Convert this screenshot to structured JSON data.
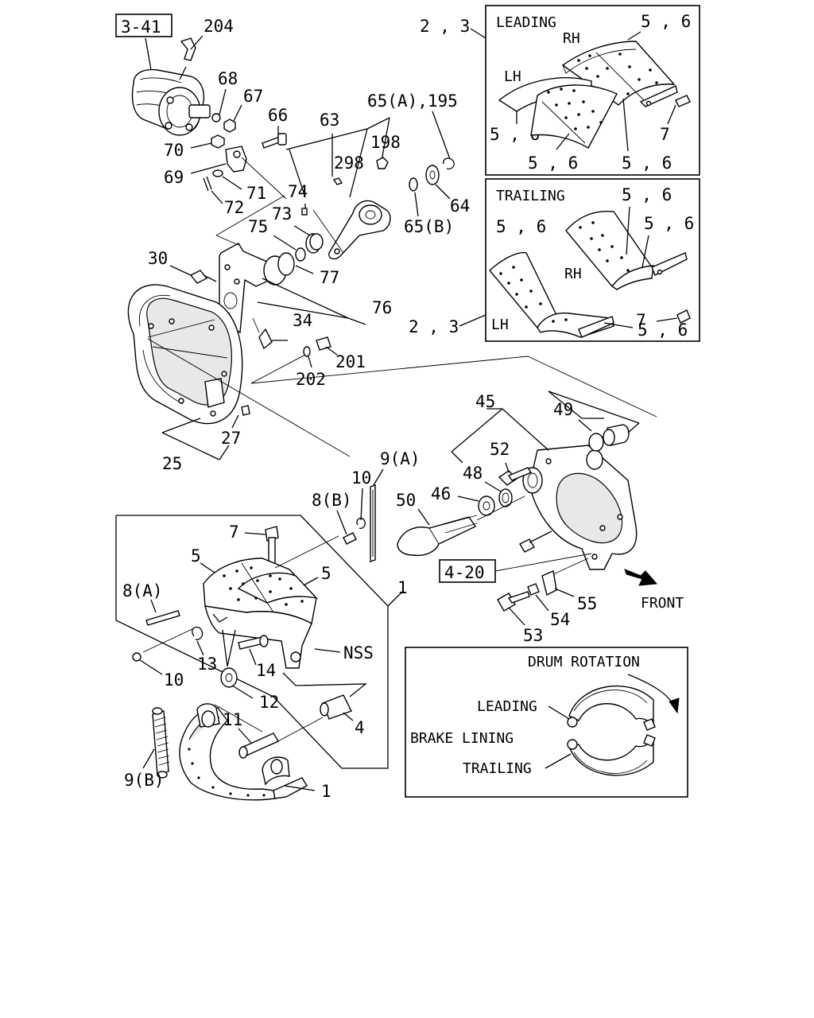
{
  "refs": {
    "ref_3_41": "3-41",
    "ref_4_20": "4-20"
  },
  "callouts": {
    "c204": "204",
    "c68": "68",
    "c67": "67",
    "c66": "66",
    "c70": "70",
    "c69": "69",
    "c71": "71",
    "c72": "72",
    "c63": "63",
    "c298": "298",
    "c198": "198",
    "c65a195": "65(A),195",
    "c74": "74",
    "c73": "73",
    "c75": "75",
    "c65b": "65(B)",
    "c64": "64",
    "c30": "30",
    "c77": "77",
    "c76": "76",
    "c34": "34",
    "c201": "201",
    "c202": "202",
    "c27": "27",
    "c25": "25",
    "c23_top": "2 , 3",
    "c23_mid": "2 , 3",
    "c45": "45",
    "c49": "49",
    "c9a": "9(A)",
    "c52": "52",
    "c48": "48",
    "c10_top": "10",
    "c8b": "8(B)",
    "c50": "50",
    "c46": "46",
    "c7_mid": "7",
    "c5_left": "5",
    "c5_right": "5",
    "c1_top": "1",
    "c8a": "8(A)",
    "cnss": "NSS",
    "c13": "13",
    "c14": "14",
    "c10_bot": "10",
    "c12": "12",
    "c11": "11",
    "c4": "4",
    "c9b": "9(B)",
    "c1_bot": "1",
    "c55": "55",
    "c54": "54",
    "c53": "53"
  },
  "leading_box": {
    "title": "LEADING",
    "rh": "RH",
    "lh": "LH",
    "p56_a": "5 , 6",
    "p56_b": "5 , 6",
    "p56_c": "5 , 6",
    "p56_d": "5 , 6",
    "p7": "7"
  },
  "trailing_box": {
    "title": "TRAILING",
    "rh": "RH",
    "lh": "LH",
    "p56_a": "5 , 6",
    "p56_b": "5 , 6",
    "p56_c": "5 , 6",
    "p56_d": "5 , 6",
    "p7": "7"
  },
  "front_label": "FRONT",
  "rotation_box": {
    "title": "DRUM ROTATION",
    "leading": "LEADING",
    "brake_lining": "BRAKE LINING",
    "trailing": "TRAILING"
  }
}
